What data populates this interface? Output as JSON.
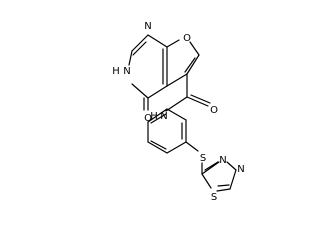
{
  "molecule": {
    "atoms": {
      "n_ring_top": "N",
      "o_furan": "O",
      "n_ring_left": "N",
      "h_ring_left": "H",
      "o_carbonyl_ring": "O",
      "n_amide": "N",
      "h_amide": "H",
      "o_carbonyl_amide": "O",
      "s_thioether": "S",
      "s_thiadiazole": "S",
      "n_thiadiazole_1": "N",
      "n_thiadiazole_2": "N"
    }
  },
  "colors": {
    "bond": "#000000",
    "label": "#000000",
    "background": "#ffffff"
  }
}
